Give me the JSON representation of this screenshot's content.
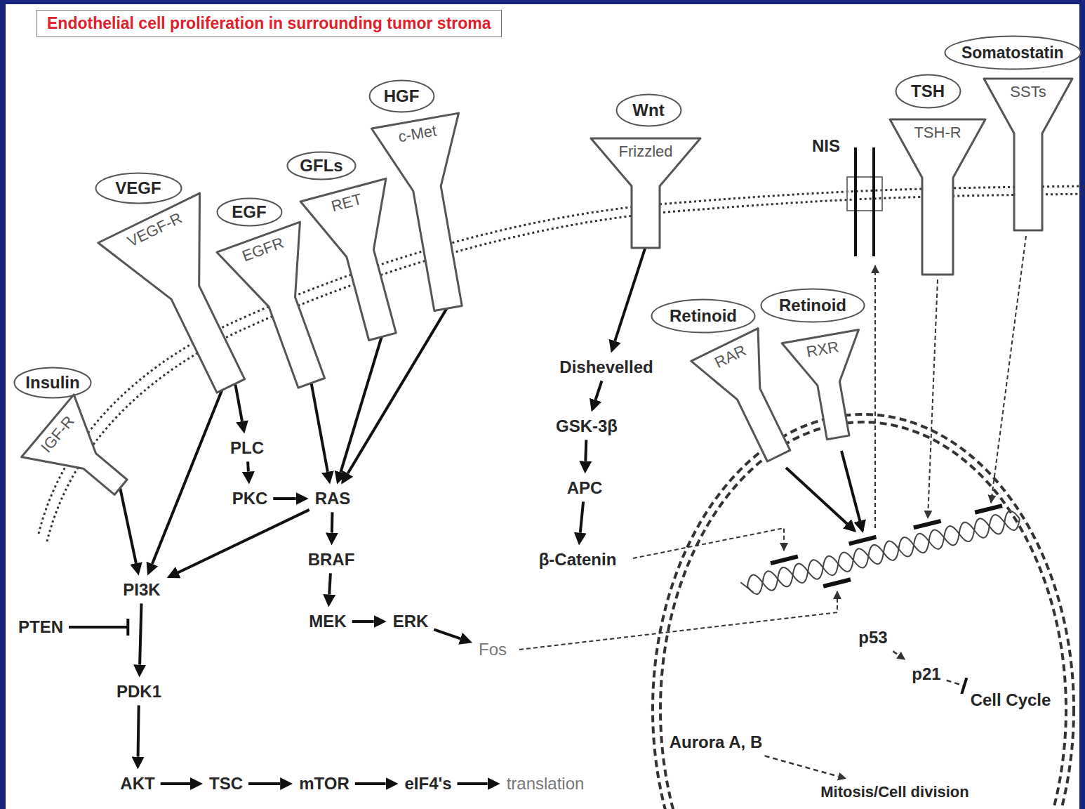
{
  "diagram": {
    "title": "Endothelial cell proliferation in surrounding tumor stroma",
    "nodes": [
      {
        "text": [
          "Insulin"
        ]
      },
      {
        "text": [
          "IGF-R"
        ]
      },
      {
        "text": [
          "VEGF"
        ]
      },
      {
        "text": [
          "VEGF-R"
        ]
      },
      {
        "text": [
          "EGF"
        ]
      },
      {
        "text": [
          "EGFR"
        ]
      },
      {
        "text": [
          "GFLs"
        ]
      },
      {
        "text": [
          "RET"
        ]
      },
      {
        "text": [
          "HGF"
        ]
      },
      {
        "text": [
          "c-Met"
        ]
      },
      {
        "text": [
          "Wnt"
        ]
      },
      {
        "text": [
          "Frizzled"
        ]
      },
      {
        "text": [
          "NIS"
        ]
      },
      {
        "text": [
          "TSH"
        ]
      },
      {
        "text": [
          "TSH-R"
        ]
      },
      {
        "text": [
          "Somatostatin"
        ]
      },
      {
        "text": [
          "SSTs"
        ]
      },
      {
        "text": [
          "Retinoid"
        ]
      },
      {
        "text": [
          "RAR"
        ]
      },
      {
        "text": [
          "Retinoid"
        ]
      },
      {
        "text": [
          "RXR"
        ]
      },
      {
        "text": [
          "PLC"
        ]
      },
      {
        "text": [
          "PKC"
        ]
      },
      {
        "text": [
          "RAS"
        ]
      },
      {
        "text": [
          "BRAF"
        ]
      },
      {
        "text": [
          "MEK"
        ]
      },
      {
        "text": [
          "ERK"
        ]
      },
      {
        "text": [
          "Fos"
        ]
      },
      {
        "text": [
          "PI3K"
        ]
      },
      {
        "text": [
          "PTEN"
        ]
      },
      {
        "text": [
          "PDK1"
        ]
      },
      {
        "text": [
          "AKT"
        ]
      },
      {
        "text": [
          "TSC"
        ]
      },
      {
        "text": [
          "mTOR"
        ]
      },
      {
        "text": [
          "eIF4's"
        ]
      },
      {
        "text": [
          "translation"
        ]
      },
      {
        "text": [
          "Dishevelled"
        ]
      },
      {
        "text": [
          "GSK-3β"
        ]
      },
      {
        "text": [
          "APC"
        ]
      },
      {
        "text": [
          "β-Catenin"
        ]
      },
      {
        "text": [
          "p53"
        ]
      },
      {
        "text": [
          "p21"
        ]
      },
      {
        "text": [
          "Cell Cycle"
        ]
      },
      {
        "text": [
          "Aurora A, B"
        ]
      },
      {
        "text": [
          "Mitosis/Cell division"
        ]
      }
    ],
    "edges": [
      {
        "from": 1,
        "to": 28,
        "arrow": "to"
      },
      {
        "from": 3,
        "to": 28,
        "arrow": "to"
      },
      {
        "from": 3,
        "to": 21,
        "arrow": "to"
      },
      {
        "from": 21,
        "to": 22,
        "arrow": "to"
      },
      {
        "from": 22,
        "to": 23,
        "arrow": "to"
      },
      {
        "from": 5,
        "to": 23,
        "arrow": "to"
      },
      {
        "from": 7,
        "to": 23,
        "arrow": "to"
      },
      {
        "from": 9,
        "to": 23,
        "arrow": "to"
      },
      {
        "from": 23,
        "to": 28,
        "arrow": "to"
      },
      {
        "from": 23,
        "to": 24,
        "arrow": "to"
      },
      {
        "from": 24,
        "to": 25,
        "arrow": "to"
      },
      {
        "from": 25,
        "to": 26,
        "arrow": "to"
      },
      {
        "from": 26,
        "to": 27,
        "arrow": "to"
      },
      {
        "from": 29,
        "to": 28,
        "arrow": "to"
      },
      {
        "from": 28,
        "to": 30,
        "arrow": "to"
      },
      {
        "from": 30,
        "to": 31,
        "arrow": "to"
      },
      {
        "from": 31,
        "to": 32,
        "arrow": "to"
      },
      {
        "from": 32,
        "to": 33,
        "arrow": "to"
      },
      {
        "from": 33,
        "to": 34,
        "arrow": "to"
      },
      {
        "from": 34,
        "to": 35,
        "arrow": "to"
      },
      {
        "from": 11,
        "to": 36,
        "arrow": "to"
      },
      {
        "from": 36,
        "to": 37,
        "arrow": "to"
      },
      {
        "from": 37,
        "to": 38,
        "arrow": "to"
      },
      {
        "from": 38,
        "to": 39,
        "arrow": "to"
      },
      {
        "from": 40,
        "to": 41,
        "arrow": "to"
      },
      {
        "from": 41,
        "to": 42,
        "arrow": "to"
      },
      {
        "from": 43,
        "to": 44,
        "arrow": "to"
      }
    ]
  }
}
